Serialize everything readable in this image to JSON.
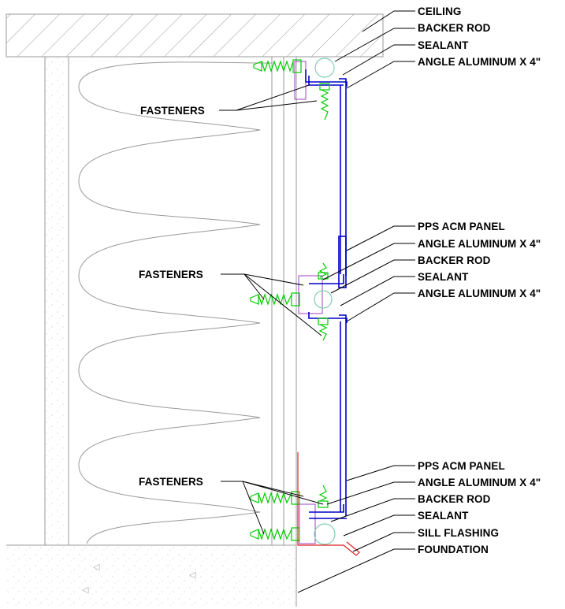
{
  "labels": {
    "ceiling": "CEILING",
    "backer_rod_top": "BACKER ROD",
    "sealant_top": "SEALANT",
    "angle_top": "ANGLE ALUMINUM X 4\"",
    "fasteners_top": "FASTENERS",
    "pps_panel_mid": "PPS ACM PANEL",
    "angle_mid_1": "ANGLE ALUMINUM X 4\"",
    "backer_rod_mid": "BACKER ROD",
    "sealant_mid": "SEALANT",
    "angle_mid_2": "ANGLE ALUMINUM X 4\"",
    "fasteners_mid": "FASTENERS",
    "pps_panel_bot": "PPS ACM PANEL",
    "angle_bot": "ANGLE ALUMINUM X 4\"",
    "backer_rod_bot": "BACKER ROD",
    "sealant_bot": "SEALANT",
    "sill_flashing": "SILL FLASHING",
    "foundation": "FOUNDATION",
    "fasteners_bot": "FASTENERS"
  },
  "colors": {
    "panel": "#0000cc",
    "fastener": "#00cc00",
    "angle": "#a040c0",
    "flashing": "#e02020",
    "structure": "#9a9a9a",
    "backer_rod": "#80d0b0"
  }
}
